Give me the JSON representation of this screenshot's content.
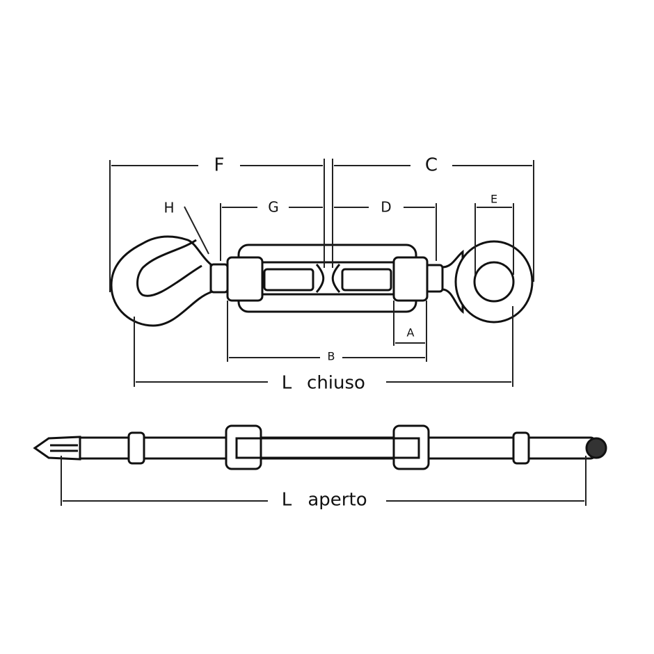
{
  "labels": {
    "F": "F",
    "C": "C",
    "G": "G",
    "D": "D",
    "E": "E",
    "H": "H",
    "A": "A",
    "B": "B",
    "L_closed_L": "L",
    "L_closed_text": "chiuso",
    "L_open_L": "L",
    "L_open_text": "aperto"
  }
}
